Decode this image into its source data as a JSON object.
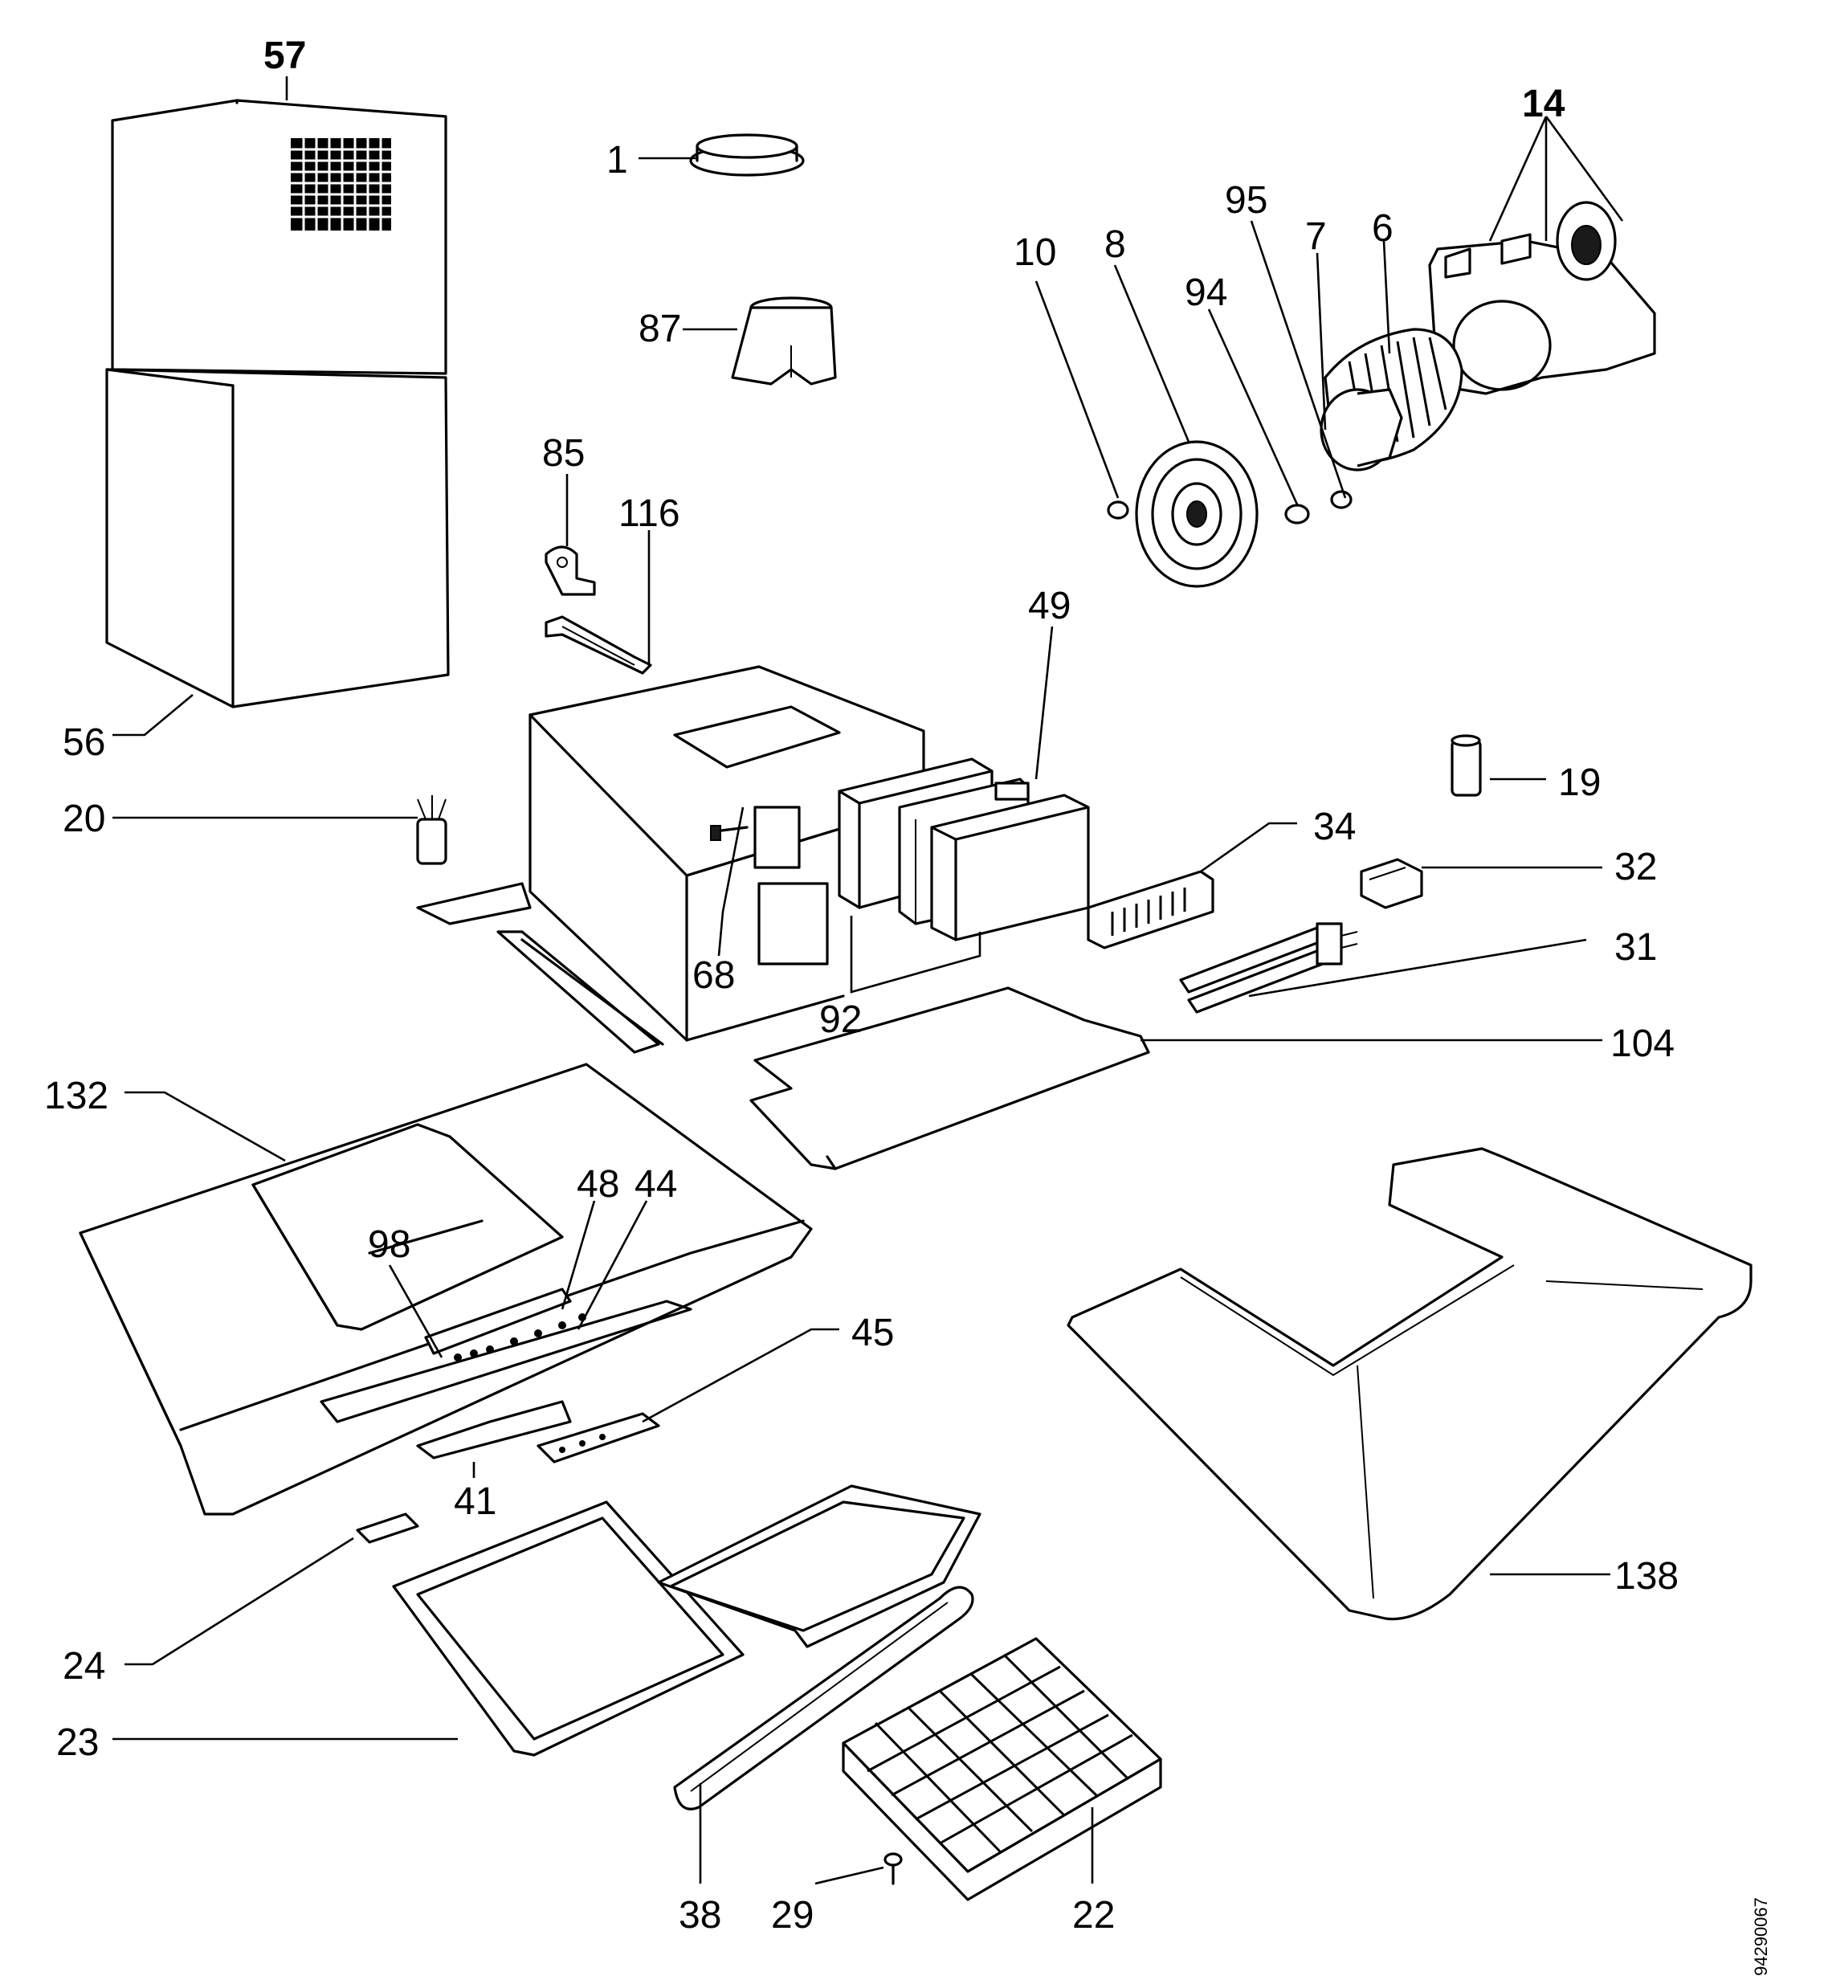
{
  "diagram": {
    "callouts": {
      "c57": "57",
      "c1": "1",
      "c14": "14",
      "c95": "95",
      "c7": "7",
      "c6": "6",
      "c10": "10",
      "c8": "8",
      "c94": "94",
      "c87": "87",
      "c85": "85",
      "c116": "116",
      "c49": "49",
      "c56": "56",
      "c20": "20",
      "c19": "19",
      "c34": "34",
      "c32": "32",
      "c31": "31",
      "c68": "68",
      "c92": "92",
      "c104": "104",
      "c132": "132",
      "c48": "48",
      "c44": "44",
      "c98": "98",
      "c45": "45",
      "c41": "41",
      "c138": "138",
      "c24": "24",
      "c23": "23",
      "c38": "38",
      "c29": "29",
      "c22": "22"
    },
    "drawing_code": "94290067"
  }
}
